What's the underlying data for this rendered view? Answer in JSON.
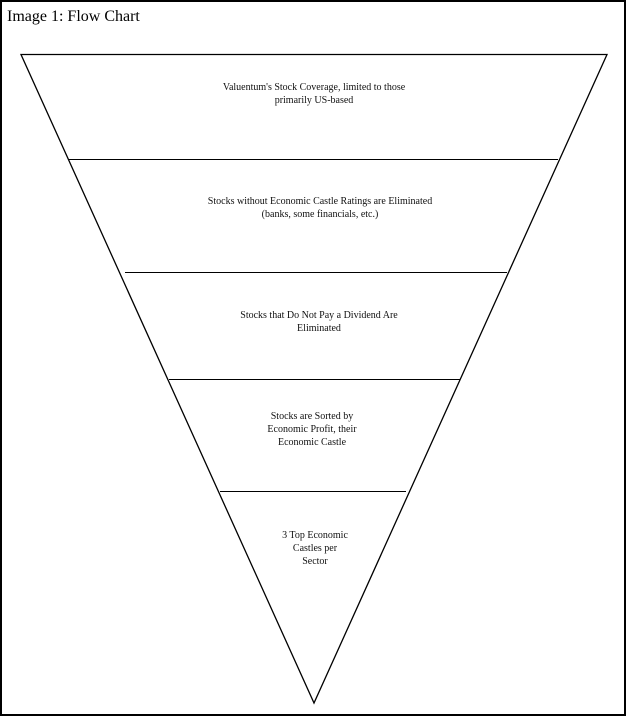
{
  "title": "Image 1: Flow Chart",
  "colors": {
    "stroke": "#000000",
    "text": "#111111",
    "background": "#ffffff"
  },
  "funnel": {
    "stages": [
      {
        "lines": [
          "Valuentum's Stock Coverage, limited to those",
          "primarily US-based"
        ]
      },
      {
        "lines": [
          "Stocks without Economic Castle Ratings are Eliminated",
          "(banks, some financials, etc.)"
        ]
      },
      {
        "lines": [
          "Stocks that Do Not Pay a Dividend Are",
          "Eliminated"
        ]
      },
      {
        "lines": [
          "Stocks are Sorted by",
          "Economic Profit, their",
          "Economic Castle"
        ]
      },
      {
        "lines": [
          "3 Top Economic",
          "Castles per",
          "Sector"
        ]
      }
    ]
  }
}
